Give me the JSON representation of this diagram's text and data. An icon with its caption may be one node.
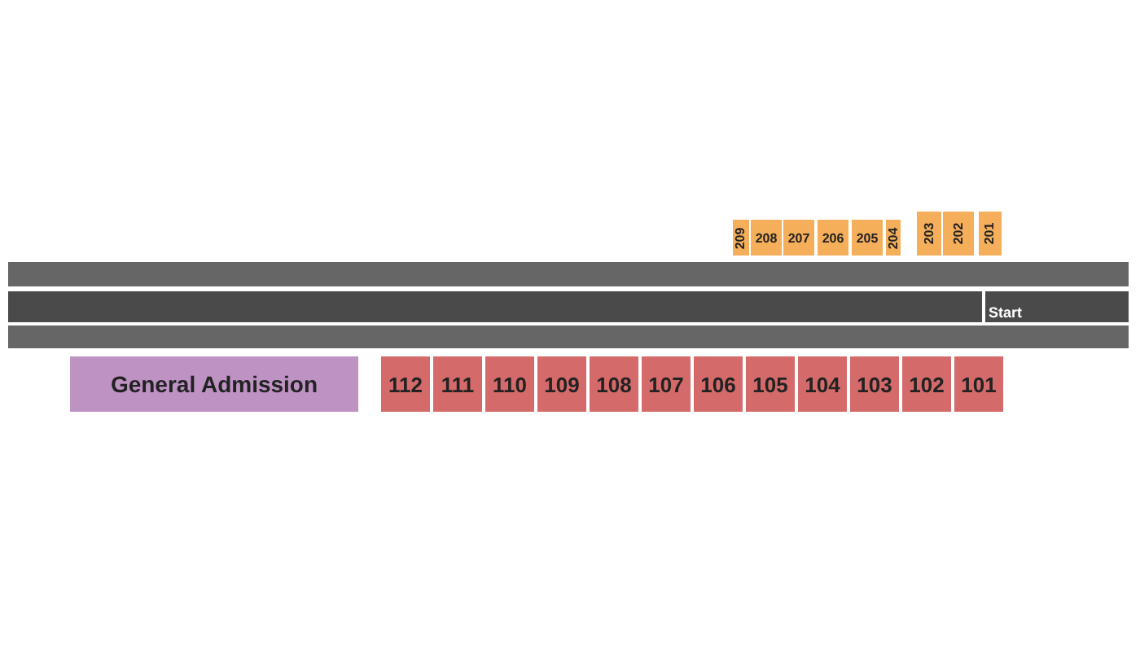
{
  "diagram": {
    "nodes": [
      {
        "text": [
          "209"
        ]
      },
      {
        "text": [
          "208"
        ]
      },
      {
        "text": [
          "207"
        ]
      },
      {
        "text": [
          "206"
        ]
      },
      {
        "text": [
          "205"
        ]
      },
      {
        "text": [
          "204"
        ]
      },
      {
        "text": [
          "203"
        ]
      },
      {
        "text": [
          "202"
        ]
      },
      {
        "text": [
          "201"
        ]
      },
      {
        "text": [
          "Start"
        ]
      },
      {
        "text": [
          "General Admission"
        ]
      },
      {
        "text": [
          "112"
        ]
      },
      {
        "text": [
          "111"
        ]
      },
      {
        "text": [
          "110"
        ]
      },
      {
        "text": [
          "109"
        ]
      },
      {
        "text": [
          "108"
        ]
      },
      {
        "text": [
          "107"
        ]
      },
      {
        "text": [
          "106"
        ]
      },
      {
        "text": [
          "105"
        ]
      },
      {
        "text": [
          "104"
        ]
      },
      {
        "text": [
          "103"
        ]
      },
      {
        "text": [
          "102"
        ]
      },
      {
        "text": [
          "101"
        ]
      }
    ],
    "edges": []
  }
}
